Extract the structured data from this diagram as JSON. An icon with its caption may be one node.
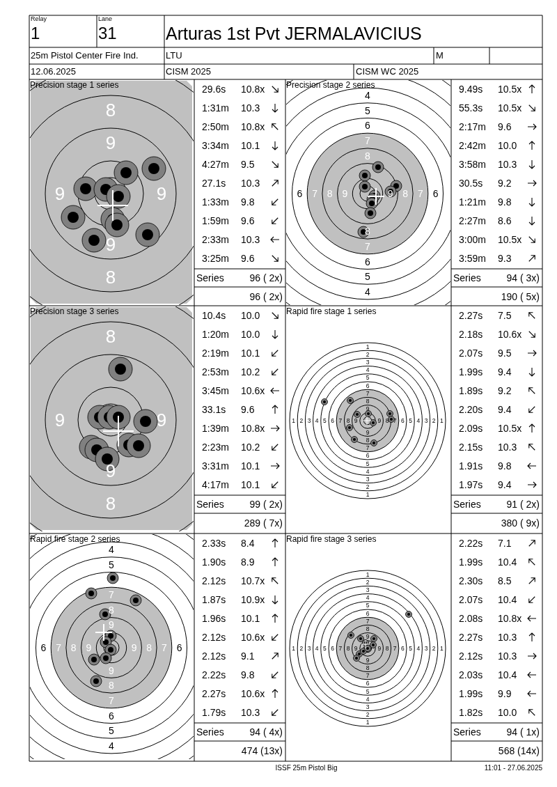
{
  "diagram": {
    "title": "Arturas 1st Pvt JERMALAVICIUS",
    "labels": [
      "Relay",
      "1",
      "Lane",
      "31",
      "25m Pistol Center Fire Ind.",
      "LTU",
      "M",
      "12.06.2025",
      "CISM 2025",
      "CISM WC 2025",
      "Precision stage 1 series",
      "8",
      "9",
      "9",
      "9",
      "9",
      "8",
      "29.6s",
      "10.8x",
      "1:31m",
      "10.3",
      "2:50m",
      "10.8x",
      "3:34m",
      "10.1",
      "4:27m",
      "9.5",
      "27.1s",
      "10.3",
      "1:33m",
      "9.8",
      "1:59m",
      "9.6",
      "2:33m",
      "10.3",
      "3:25m",
      "9.6",
      "Series",
      "96 ( 2x)",
      "96 ( 2x)",
      "Precision stage 2 series",
      "4",
      "5",
      "6",
      "7",
      "8",
      "6",
      "7",
      "8",
      "9",
      "9",
      "8",
      "7",
      "6",
      "8",
      "7",
      "6",
      "5",
      "4",
      "9.49s",
      "10.5x",
      "55.3s",
      "10.5x",
      "2:17m",
      "9.6",
      "2:42m",
      "10.0",
      "3:58m",
      "10.3",
      "30.5s",
      "9.2",
      "1:21m",
      "9.8",
      "2:27m",
      "8.6",
      "3:00m",
      "10.5x",
      "3:59m",
      "9.3",
      "Series",
      "94 ( 3x)",
      "190 ( 5x)",
      "Precision stage 3 series",
      "8",
      "9",
      "9",
      "9",
      "8",
      "10.4s",
      "10.0",
      "1:20m",
      "10.0",
      "2:19m",
      "10.1",
      "2:53m",
      "10.2",
      "3:45m",
      "10.6x",
      "33.1s",
      "9.6",
      "1:39m",
      "10.8x",
      "2:23m",
      "10.2",
      "3:31m",
      "10.1",
      "4:17m",
      "10.1",
      "Series",
      "99 ( 2x)",
      "289 ( 7x)",
      "Rapid fire stage 1 series",
      "1",
      "2",
      "3",
      "4",
      "5",
      "6",
      "7",
      "8",
      "9",
      "1",
      "2",
      "3",
      "4",
      "5",
      "6",
      "7",
      "8",
      "9",
      "9",
      "8",
      "7",
      "6",
      "5",
      "4",
      "3",
      "2",
      "1",
      "9",
      "8",
      "7",
      "6",
      "5",
      "4",
      "3",
      "2",
      "1",
      "2.27s",
      "7.5",
      "2.18s",
      "10.6x",
      "2.07s",
      "9.5",
      "1.99s",
      "9.4",
      "1.89s",
      "9.2",
      "2.20s",
      "9.4",
      "2.09s",
      "10.5x",
      "2.15s",
      "10.3",
      "1.91s",
      "9.8",
      "1.97s",
      "9.4",
      "Series",
      "91 ( 2x)",
      "380 ( 9x)",
      "Rapid fire stage 2 series",
      "4",
      "5",
      "7",
      "8",
      "9",
      "6",
      "7",
      "8",
      "9",
      "9",
      "8",
      "7",
      "6",
      "9",
      "8",
      "7",
      "6",
      "5",
      "4",
      "2.33s",
      "8.4",
      "1.90s",
      "8.9",
      "2.12s",
      "10.7x",
      "1.87s",
      "10.9x",
      "1.96s",
      "10.1",
      "2.12s",
      "10.6x",
      "2.12s",
      "9.1",
      "2.22s",
      "9.8",
      "2.27s",
      "10.6x",
      "1.79s",
      "10.3",
      "Series",
      "94 ( 4x)",
      "474 (13x)",
      "Rapid fire stage 3 series",
      "1",
      "2",
      "3",
      "4",
      "5",
      "6",
      "7",
      "8",
      "9",
      "1",
      "2",
      "3",
      "4",
      "5",
      "6",
      "7",
      "8",
      "9",
      "9",
      "8",
      "7",
      "6",
      "5",
      "4",
      "3",
      "2",
      "1",
      "9",
      "8",
      "7",
      "6",
      "5",
      "4",
      "3",
      "2",
      "1",
      "2.22s",
      "7.1",
      "1.99s",
      "10.4",
      "2.30s",
      "8.5",
      "2.07s",
      "10.4",
      "2.08s",
      "10.8x",
      "2.27s",
      "10.3",
      "2.12s",
      "10.3",
      "2.03s",
      "10.4",
      "1.99s",
      "9.9",
      "1.82s",
      "10.0",
      "Series",
      "94 ( 1x)",
      "568 (14x)",
      "ISSF 25m Pistol Big",
      "11:01 - 27.06.2025"
    ]
  }
}
